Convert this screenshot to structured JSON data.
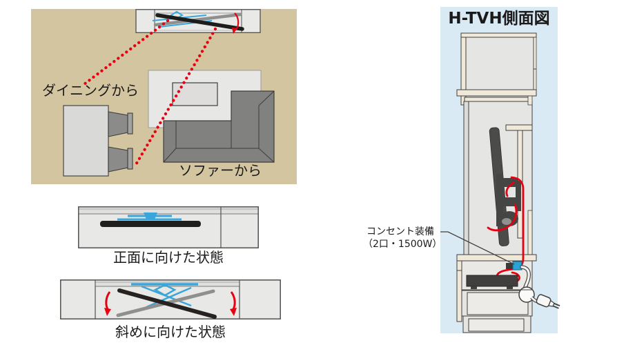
{
  "floor_plan": {
    "label_dining": "ダイニングから",
    "label_sofa": "ソファーから"
  },
  "front_view": {
    "caption": "正面に向けた状態"
  },
  "angled_view": {
    "caption": "斜めに向けた状態"
  },
  "side_view": {
    "title": "H-TVH側面図",
    "outlet_label_line1": "コンセント装備",
    "outlet_label_line2": "（2口・1500W）"
  },
  "colors": {
    "floor_tan": "#d3c5a0",
    "accent_red": "#e60012",
    "mech_blue": "#38a6da",
    "side_bg_blue": "#d9eaf4",
    "outlet_blue": "#2aa3d6",
    "wood_cream": "#f0e8d9",
    "panel_gray": "#e8e8e6",
    "dark_gray": "#454543",
    "text_black": "#1a1a1a"
  }
}
